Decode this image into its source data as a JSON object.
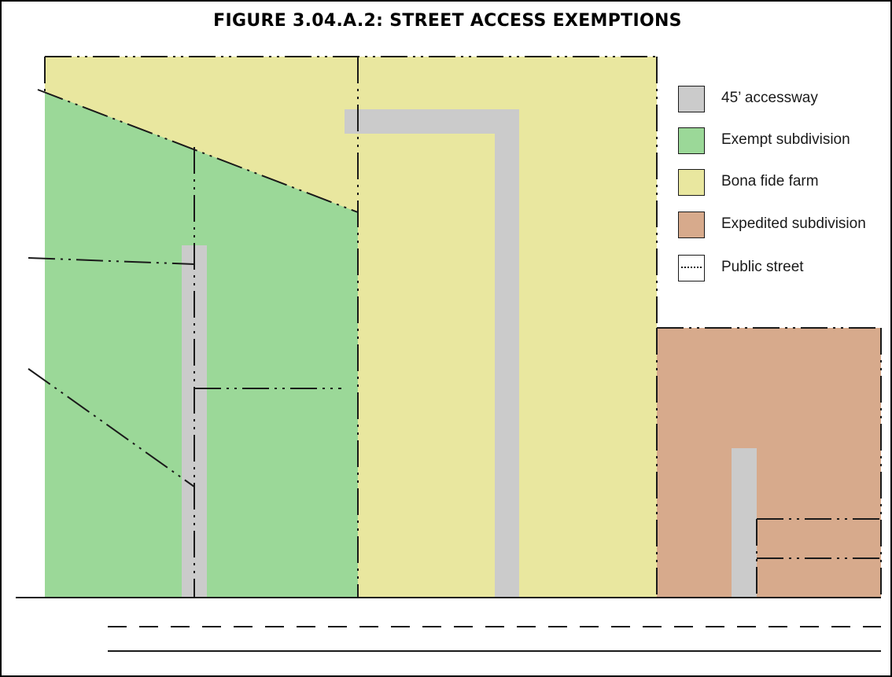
{
  "figure": {
    "title": "FIGURE 3.04.A.2: STREET ACCESS EXEMPTIONS"
  },
  "colors": {
    "accessway": "#cbcbcb",
    "exempt_subdivision": "#9bd898",
    "bona_fide_farm": "#e9e79f",
    "expedited_subdivision": "#d7aa8c",
    "line": "#1a1a1a"
  },
  "legend": {
    "items": [
      {
        "key": "accessway",
        "label": "45’ accessway",
        "swatch": "#cbcbcb"
      },
      {
        "key": "exempt_subdivision",
        "label": "Exempt subdivision",
        "swatch": "#9bd898"
      },
      {
        "key": "bona_fide_farm",
        "label": "Bona fide farm",
        "swatch": "#e9e79f"
      },
      {
        "key": "expedited_subdivision",
        "label": "Expedited subdivision",
        "swatch": "#d7aa8c"
      },
      {
        "key": "public_street",
        "label": "Public street",
        "swatch": "#ffffff",
        "dashed": true
      }
    ]
  }
}
